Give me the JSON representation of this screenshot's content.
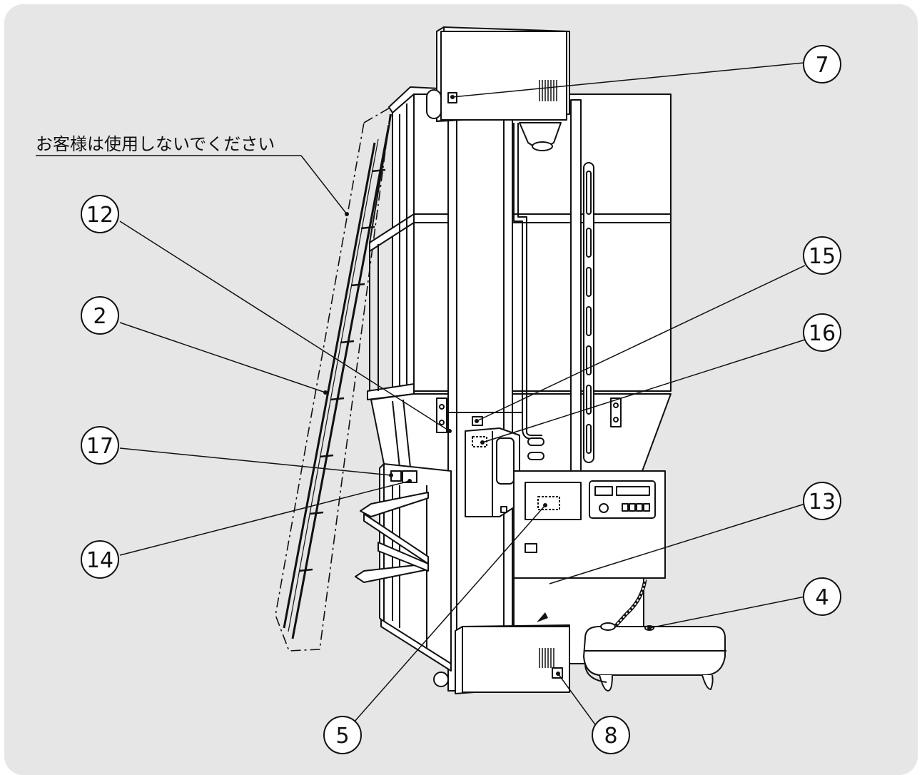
{
  "note": {
    "text": "お客様は使用しないでください"
  },
  "callouts": [
    {
      "label": "7"
    },
    {
      "label": "12"
    },
    {
      "label": "15"
    },
    {
      "label": "2"
    },
    {
      "label": "16"
    },
    {
      "label": "17"
    },
    {
      "label": "13"
    },
    {
      "label": "14"
    },
    {
      "label": "4"
    },
    {
      "label": "5"
    },
    {
      "label": "8"
    }
  ],
  "colors": {
    "background": "#e6e6e6",
    "line": "#111111",
    "fill": "#ffffff"
  }
}
